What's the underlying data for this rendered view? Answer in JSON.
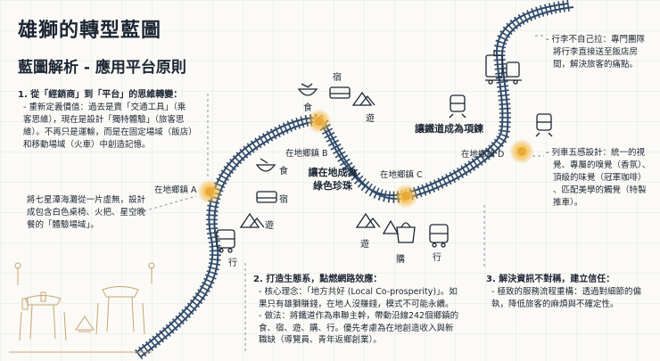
{
  "title": "雄獅的轉型藍圖",
  "subtitle": "藍圖解析 - 應用平台原則",
  "section1": {
    "heading": "1. 從「經銷商」到「平台」的思維轉變：",
    "lines": [
      "- 重新定義價值：過去是賣「交通工具」（乘",
      "客思維），現在是設計「獨特體驗」（旅客思",
      "維）。不再只是運輸，而是在固定場域（飯店）",
      "和移動場域（火車）中創造記憶。"
    ]
  },
  "desc_left": [
    "將七星潭海灘從一片虛無，設計",
    "成包含白色桌椅、火把、星空晚",
    "餐的「體驗場域」。"
  ],
  "section2": {
    "heading": "2. 打造生態系，點燃網路效應：",
    "lines": [
      "- 核心理念：「地方共好 (Local Co-prosperity)」。如",
      "果只有雄獅賺錢，在地人沒賺錢，模式不可能永續。",
      "- 做法：將鐵道作為串聯主幹，帶動沿線242個鄉鎮的",
      "食、宿、遊、購、行。優先考慮為在地創造收入與新",
      "職缺（導覽員、青年返鄉創業）。"
    ]
  },
  "section3": {
    "heading": "3. 解決資訊不對稱，建立信任：",
    "lines": [
      "- 極致的服務流程重構：透過對細節的偏",
      "執，降低旅客的麻煩與不確定性。"
    ]
  },
  "right_top": [
    "- 行李不自己拉：專門團隊",
    "將行李直接送至飯店房",
    "間，解決旅客的痛點。"
  ],
  "right_mid": [
    "- 列車五感設計：統一的視",
    "覺、專屬的嗅覺（香氛）、",
    "頂級的味覺（冠軍咖啡）",
    "、匹配美學的觸覺（特製",
    "推車）。"
  ],
  "towns": {
    "a": "在地鄉鎮 A",
    "b": "在地鄉鎮 B",
    "c": "在地鄉鎮 C",
    "d": "在地鄉鎮 D"
  },
  "center_label": [
    "讓在地成為",
    "綠色珍珠"
  ],
  "rail_label": "讓鐵道成為項鍊",
  "icons": {
    "food": "食",
    "stay": "宿",
    "play": "遊",
    "shop": "購",
    "go": "行"
  },
  "colors": {
    "track": "#2f4a6b",
    "glow": "#f2b544",
    "text": "#1c2633",
    "dash": "#9aa7b5",
    "sketch": "#c4a672"
  }
}
